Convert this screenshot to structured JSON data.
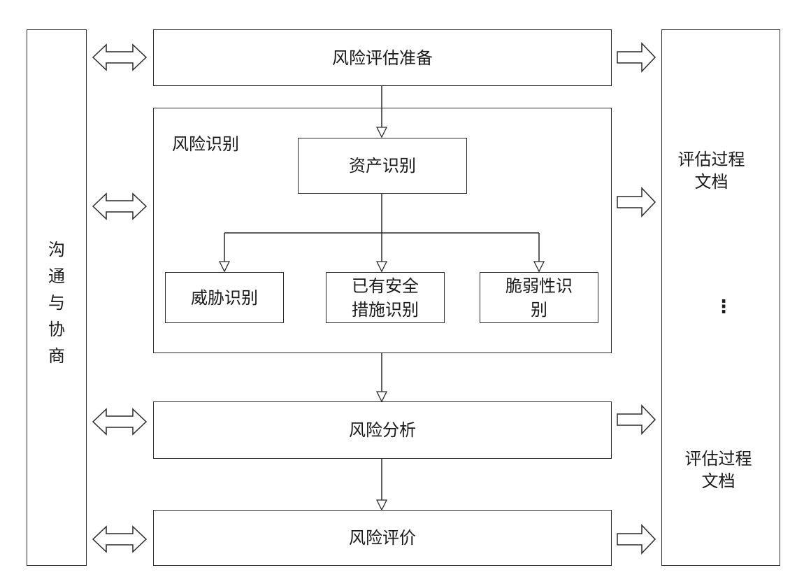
{
  "left_panel": {
    "label": "沟\n通\n与\n协\n商"
  },
  "stages": {
    "prep": "风险评估准备",
    "identification_title": "风险识别",
    "asset": "资产识别",
    "threat": "威胁识别",
    "measures": "已有安全\n措施识别",
    "vulnerability": "脆弱性识\n别",
    "analysis": "风险分析",
    "evaluation": "风险评价"
  },
  "right_panel": {
    "doc_top": "评估过程\n文档",
    "ellipsis": "⋮",
    "doc_bottom": "评估过程\n文档"
  }
}
